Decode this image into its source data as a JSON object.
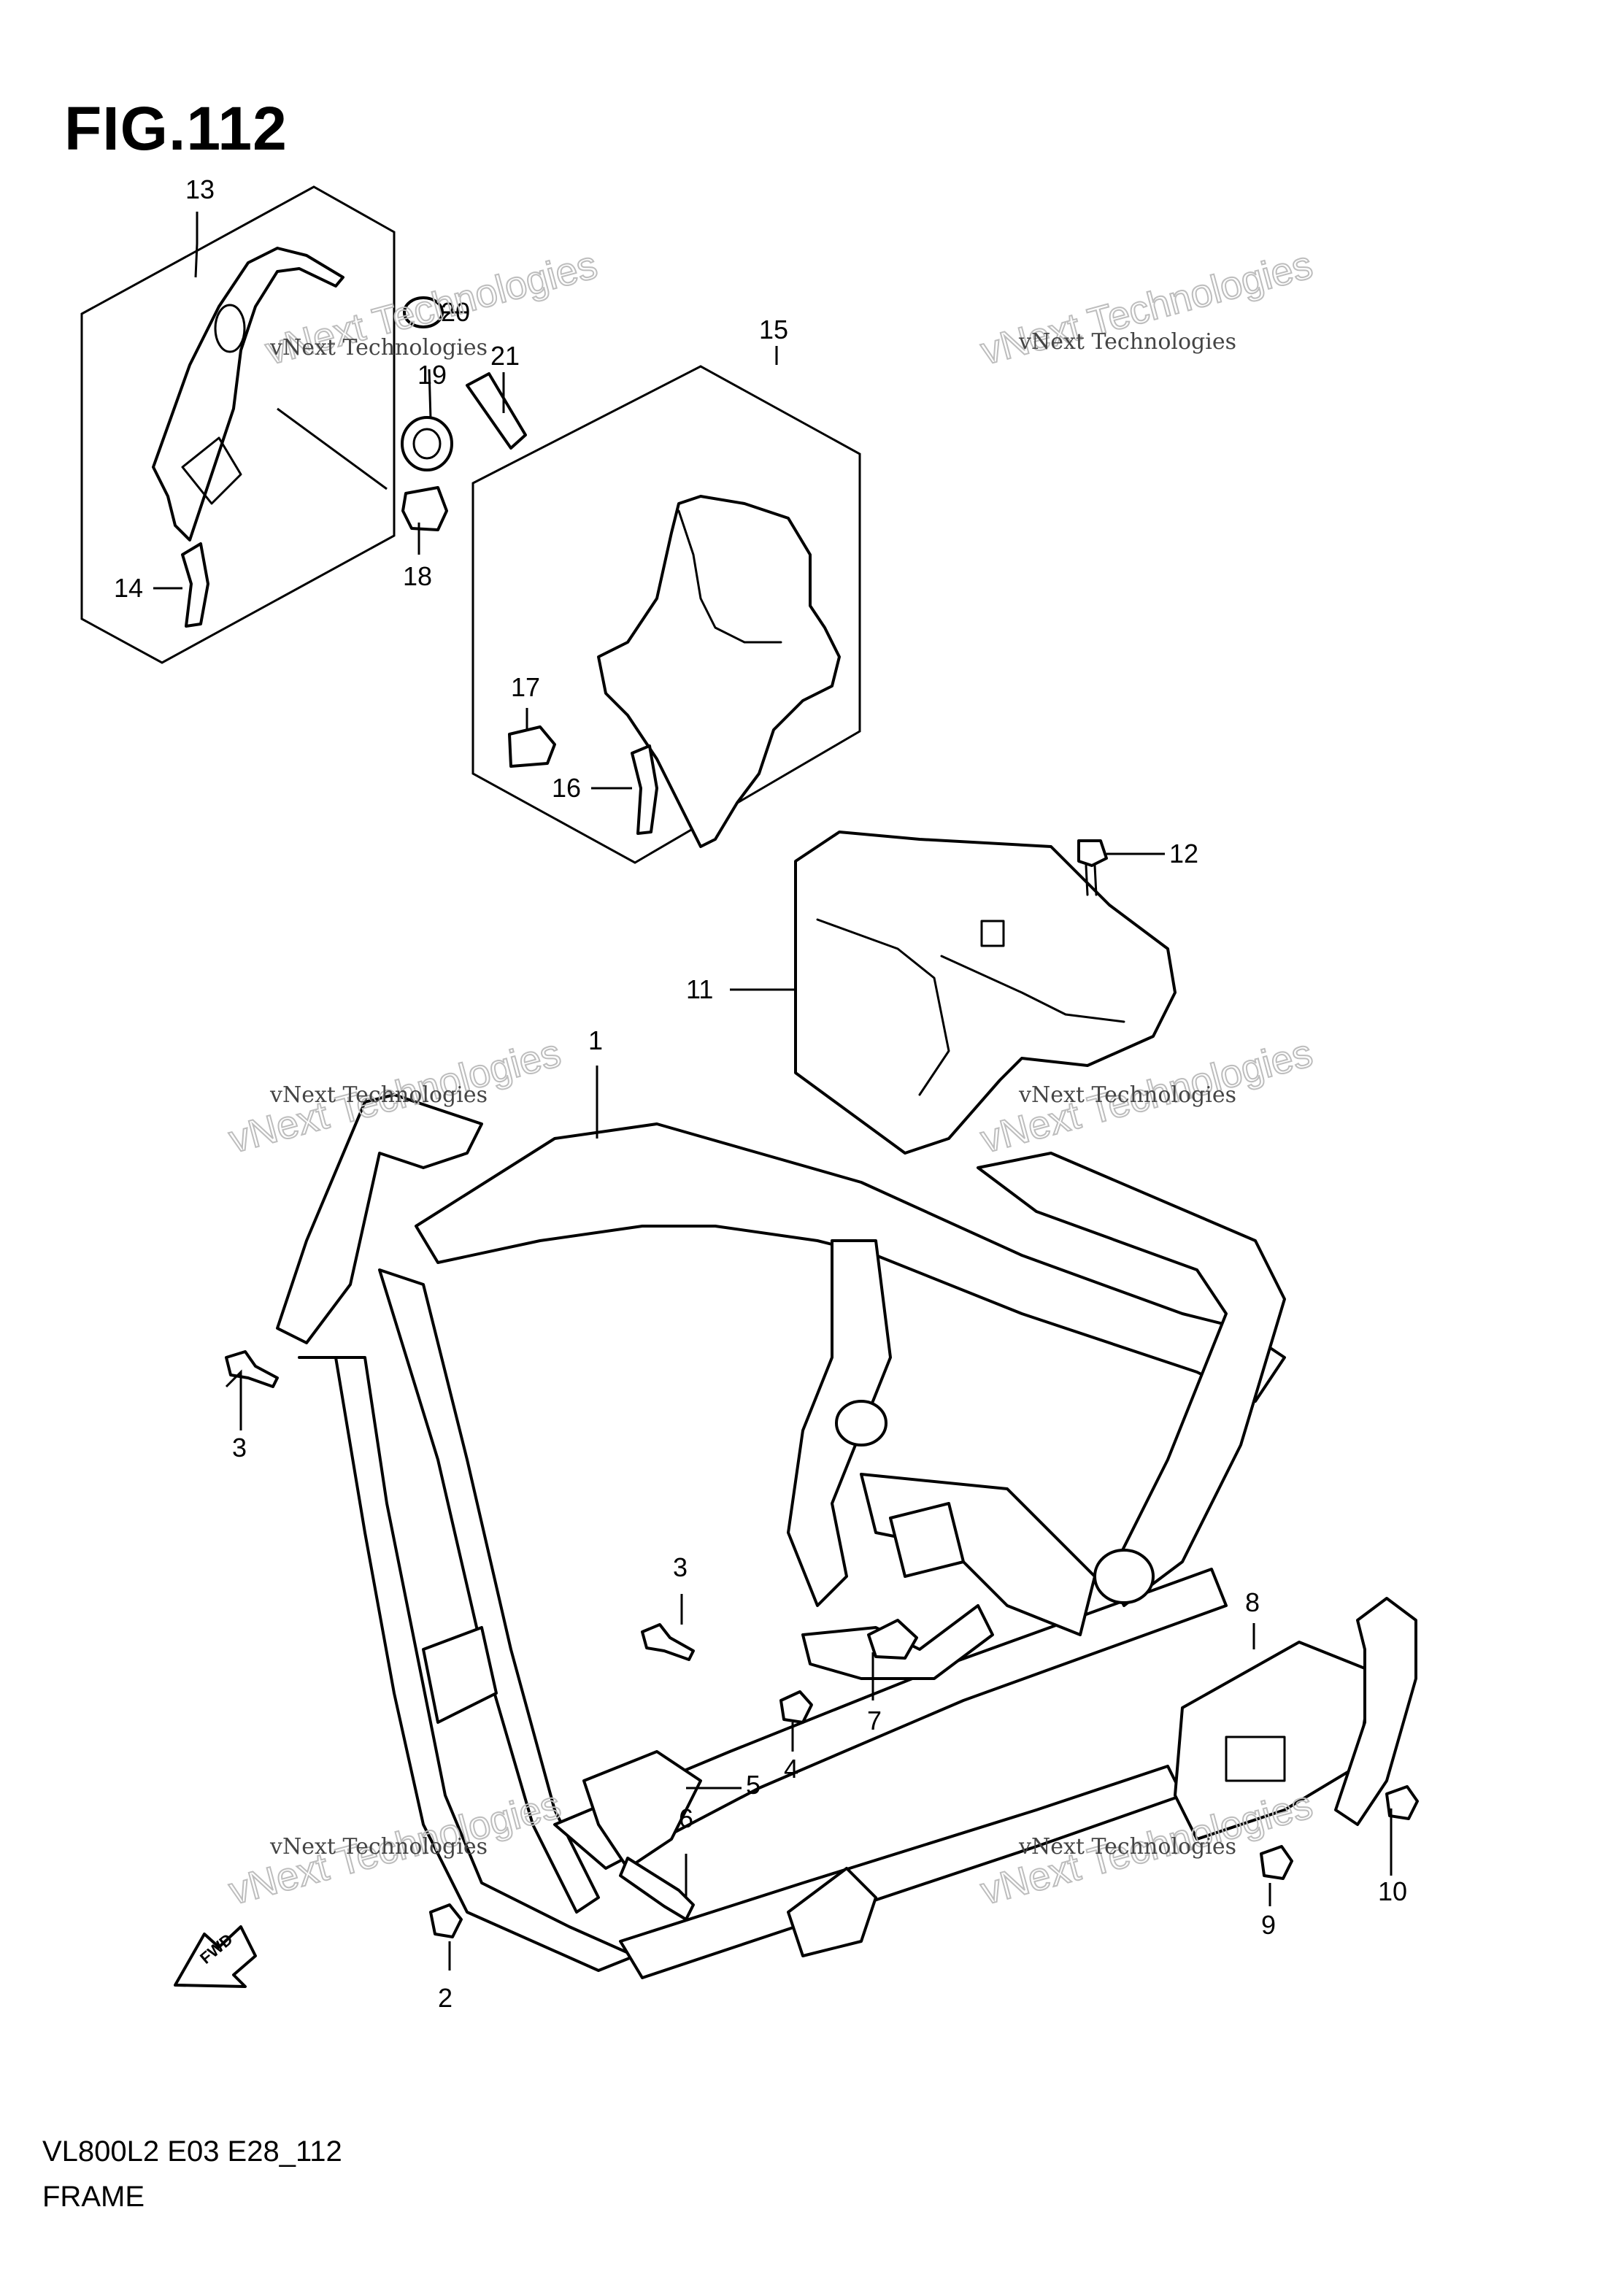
{
  "figure": {
    "title": "FIG.112"
  },
  "footer": {
    "model": "VL800L2 E03 E28_112",
    "name": "FRAME"
  },
  "arrow": {
    "label": "FWD"
  },
  "watermark": {
    "line1": "vNext Technologies",
    "line2": "vNext Technologies"
  },
  "callouts": [
    "1",
    "2",
    "3",
    "3",
    "4",
    "5",
    "6",
    "7",
    "8",
    "9",
    "10",
    "11",
    "12",
    "13",
    "14",
    "15",
    "16",
    "17",
    "18",
    "19",
    "20",
    "21"
  ]
}
